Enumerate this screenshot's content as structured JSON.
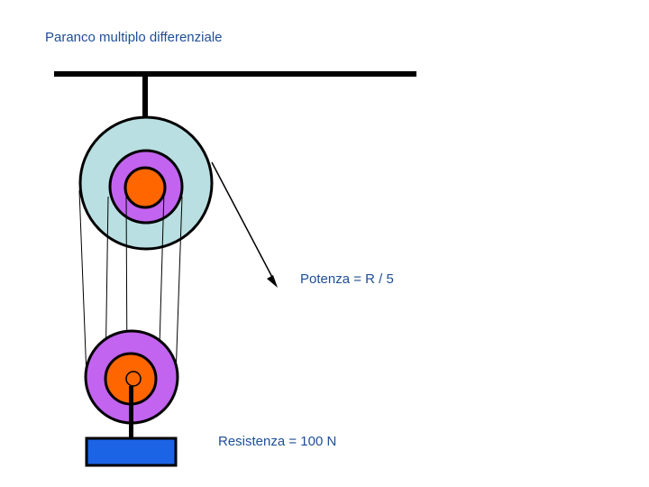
{
  "title": "Paranco multiplo differenziale",
  "labels": {
    "power": "Potenza = R / 5",
    "resistance": "Resistenza = 100 N"
  },
  "colors": {
    "text": "#1f4e96",
    "fixed_pulley_outer": "#b9dfe2",
    "pulley_middle": "#c264f0",
    "pulley_core": "#ff6600",
    "load_block": "#1c64e6",
    "line": "#000000"
  }
}
